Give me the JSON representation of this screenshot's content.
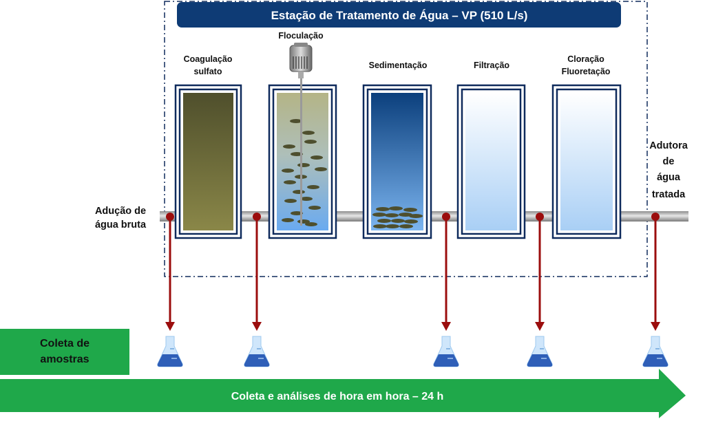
{
  "title": "Estação de Tratamento de Água – VP (510 L/s)",
  "stages": [
    {
      "lines": [
        "Coagulação",
        "sulfato"
      ]
    },
    {
      "lines": [
        "Floculação"
      ]
    },
    {
      "lines": [
        "Sedimentação"
      ]
    },
    {
      "lines": [
        "Filtração"
      ]
    },
    {
      "lines": [
        "Cloração",
        "Fluoretação"
      ]
    }
  ],
  "inlet": {
    "lines": [
      "Adução de",
      "água bruta"
    ]
  },
  "outlet": {
    "lines": [
      "Adutora",
      "de",
      "água",
      "tratada"
    ]
  },
  "sampling": {
    "lines": [
      "Coleta de",
      "amostras"
    ]
  },
  "timeline": "Coleta e análises de hora em hora – 24 h",
  "colors": {
    "navy": "#0e3b75",
    "green": "#1fa84a",
    "red": "#9b0d0d"
  }
}
